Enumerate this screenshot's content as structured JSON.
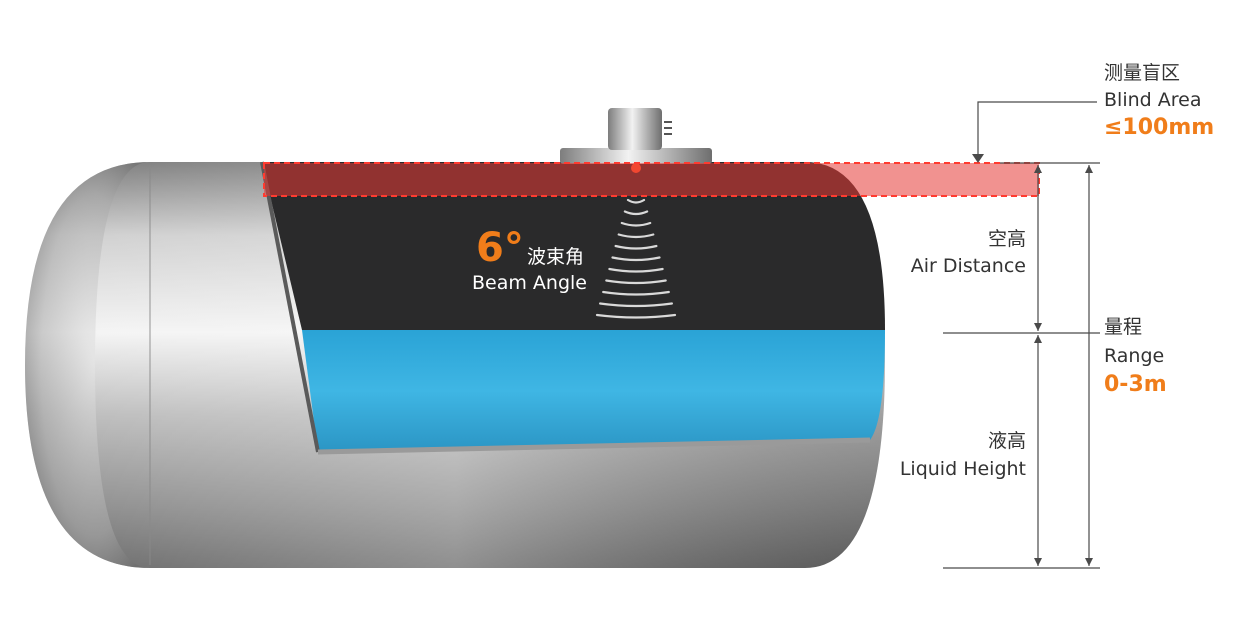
{
  "beam": {
    "degree": "6°",
    "label_zh": "波束角",
    "label_en": "Beam Angle"
  },
  "blind_area": {
    "label_zh": "测量盲区",
    "label_en": "Blind Area",
    "value": "≤100mm"
  },
  "air_distance": {
    "label_zh": "空高",
    "label_en": "Air Distance"
  },
  "range": {
    "label_zh": "量程",
    "label_en": "Range",
    "value": "0-3m"
  },
  "liquid_height": {
    "label_zh": "液高",
    "label_en": "Liquid Height"
  },
  "colors": {
    "accent": "#f07d1a",
    "liquid": "#3bb1e0",
    "blind_zone": "#e53935",
    "text": "#333333"
  }
}
